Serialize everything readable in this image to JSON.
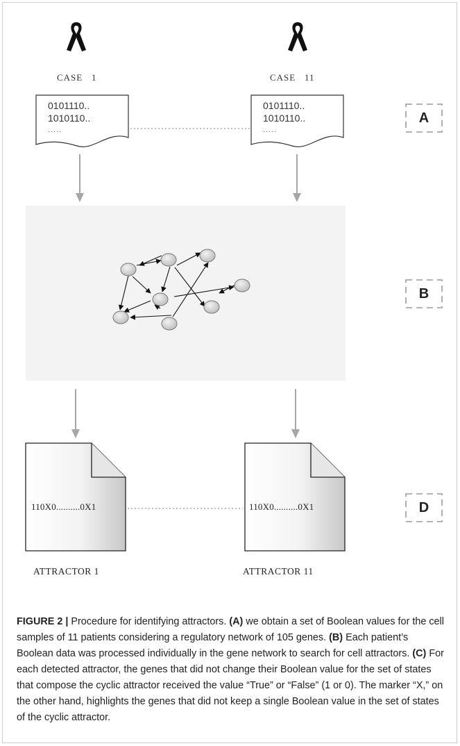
{
  "cases": [
    {
      "label": "CASE   1",
      "bits_line1": "0101110..",
      "bits_line2": "1010110..",
      "ellipsis": "....."
    },
    {
      "label": "CASE   11",
      "bits_line1": "0101110..",
      "bits_line2": "1010110..",
      "ellipsis": "....."
    }
  ],
  "stage_tags": {
    "a": "A",
    "b": "B",
    "d": "D"
  },
  "attractors": [
    {
      "value": "110X0..........0X1",
      "label": "ATTRACTOR 1"
    },
    {
      "value": "110X0..........0X1",
      "label": "ATTRACTOR 11"
    }
  ],
  "caption": {
    "figure_number": "FIGURE 2 |",
    "intro": " Procedure for identifying attractors. ",
    "key_a": "(A)",
    "text_a": " we obtain a set of Boolean values for the cell samples of 11 patients considering a regulatory network of 105 genes. ",
    "key_b": "(B)",
    "text_b": " Each patient’s Boolean data was processed individually in the gene network to search for cell attractors. ",
    "key_c": "(C)",
    "text_c": " For each detected attractor, the genes that did not change their Boolean value for the set of states that compose the cyclic attractor received the value “True” or “False” (1 or 0). The marker “X,” on the other hand, highlights the genes that did not keep a single Boolean value in the set of states of the cyclic attractor."
  },
  "colors": {
    "arrow": "#a6a6a6",
    "connector": "#9a9a9a",
    "panel": "#f3f3f3",
    "node_fill": "#d6d6d6",
    "tag_border": "#9a9a9a"
  },
  "icons": [
    "awareness-ribbon-icon",
    "folded-corner-document-icon"
  ]
}
